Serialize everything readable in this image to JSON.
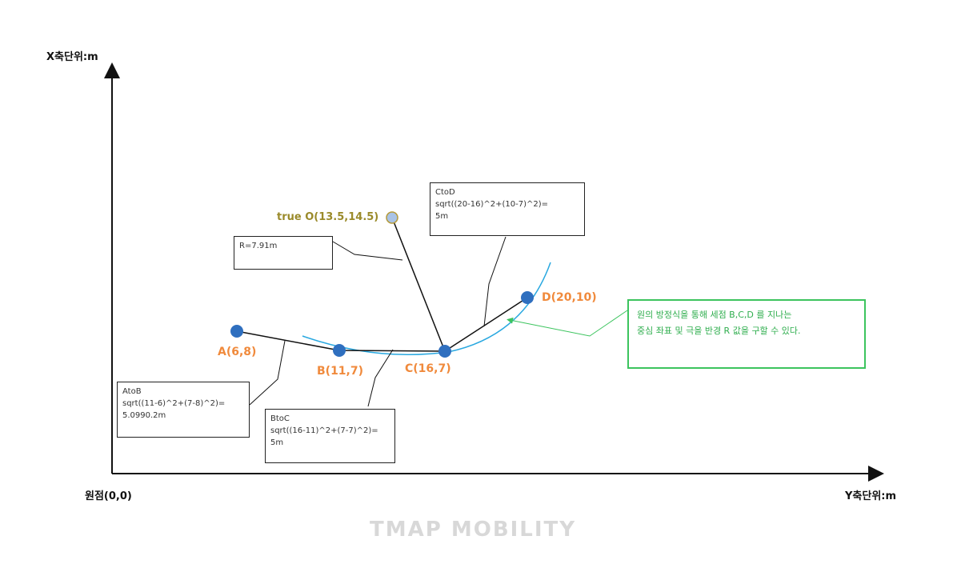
{
  "axes": {
    "x_axis_label": "X축단위:m",
    "y_axis_label": "Y축단위:m",
    "origin_label": "원점(0,0)"
  },
  "points": [
    {
      "id": "A",
      "label": "A(6,8)",
      "x": 6,
      "y": 8
    },
    {
      "id": "B",
      "label": "B(11,7)",
      "x": 11,
      "y": 7
    },
    {
      "id": "C",
      "label": "C(16,7)",
      "x": 16,
      "y": 7
    },
    {
      "id": "D",
      "label": "D(20,10)",
      "x": 20,
      "y": 10
    }
  ],
  "center": {
    "label": "true O(13.5,14.5)",
    "x": 13.5,
    "y": 14.5
  },
  "boxes": {
    "radius": {
      "line1": "R=7.91m"
    },
    "atob": {
      "line1": "AtoB",
      "line2": "sqrt((11-6)^2+(7-8)^2)=",
      "line3": "5.0990.2m"
    },
    "btoc": {
      "line1": "BtoC",
      "line2": "sqrt((16-11)^2+(7-7)^2)=",
      "line3": "5m"
    },
    "ctod": {
      "line1": "CtoD",
      "line2": "sqrt((20-16)^2+(10-7)^2)=",
      "line3": "5m"
    }
  },
  "note": {
    "line1": "원의 방정식을 통해 세점 B,C,D 를 지나는",
    "line2": "중심 좌표 및 극을 반경 R 값을 구할 수 있다."
  },
  "watermark": "TMAP MOBILITY",
  "colors": {
    "point": "#2f6fbf",
    "point_label": "#f08a3c",
    "center_fill": "#a9c3e6",
    "center_stroke": "#b59a3a",
    "arc": "#29a8e0",
    "note": "#3cc45e"
  }
}
